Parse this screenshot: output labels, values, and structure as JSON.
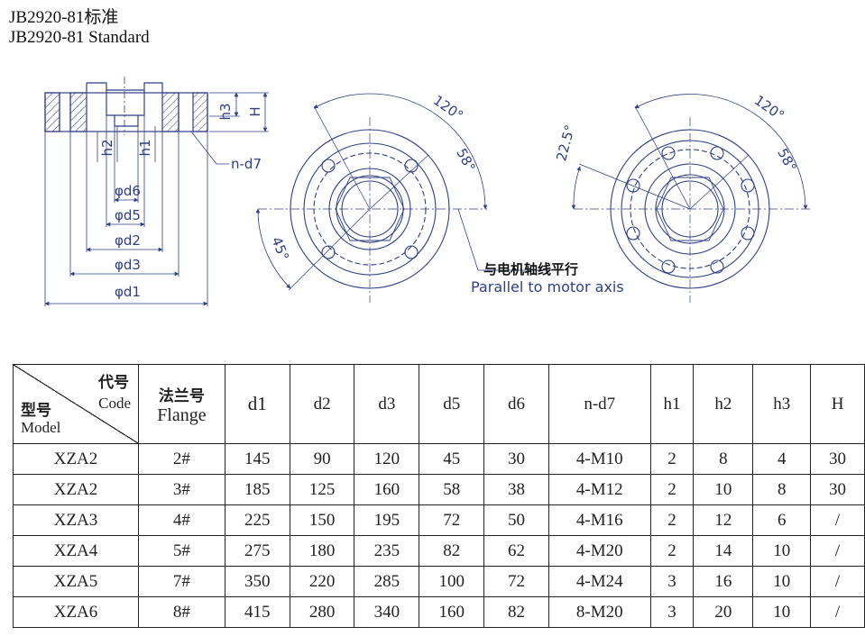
{
  "title_cn": "JB2920-81标准",
  "title_en": "JB2920-81 Standard",
  "drawing": {
    "side_view": {
      "labels": {
        "h3": "h3",
        "H": "H",
        "h2": "h2",
        "h1": "h1",
        "nd7": "n-d7"
      },
      "diameters": [
        "φd6",
        "φd5",
        "φd2",
        "φd3",
        "φd1"
      ]
    },
    "flange_4_holes": {
      "angles": [
        "120°",
        "58°",
        "45°"
      ],
      "hole_count": 4
    },
    "flange_8_holes": {
      "angles": [
        "22.5°",
        "120°",
        "58°"
      ],
      "hole_count": 8
    },
    "note_cn": "与电机轴线平行",
    "note_en": "Parallel to motor axis"
  },
  "table": {
    "header": {
      "code_cn": "代号",
      "code_en": "Code",
      "model_cn": "型号",
      "model_en": "Model",
      "flange_cn": "法兰号",
      "flange_en": "Flange",
      "columns": [
        "d1",
        "d2",
        "d3",
        "d5",
        "d6",
        "n-d7",
        "h1",
        "h2",
        "h3",
        "H"
      ]
    },
    "rows": [
      [
        "XZA2",
        "2#",
        "145",
        "90",
        "120",
        "45",
        "30",
        "4-M10",
        "2",
        "8",
        "4",
        "30"
      ],
      [
        "XZA2",
        "3#",
        "185",
        "125",
        "160",
        "58",
        "38",
        "4-M12",
        "2",
        "10",
        "8",
        "30"
      ],
      [
        "XZA3",
        "4#",
        "225",
        "150",
        "195",
        "72",
        "50",
        "4-M16",
        "2",
        "12",
        "6",
        "/"
      ],
      [
        "XZA4",
        "5#",
        "275",
        "180",
        "235",
        "82",
        "62",
        "4-M20",
        "2",
        "14",
        "10",
        "/"
      ],
      [
        "XZA5",
        "7#",
        "350",
        "220",
        "285",
        "100",
        "72",
        "4-M24",
        "3",
        "16",
        "10",
        "/"
      ],
      [
        "XZA6",
        "8#",
        "415",
        "280",
        "340",
        "160",
        "82",
        "8-M20",
        "3",
        "20",
        "10",
        "/"
      ]
    ]
  },
  "colors": {
    "drawing": "#2f3f86",
    "text": "#111111"
  }
}
